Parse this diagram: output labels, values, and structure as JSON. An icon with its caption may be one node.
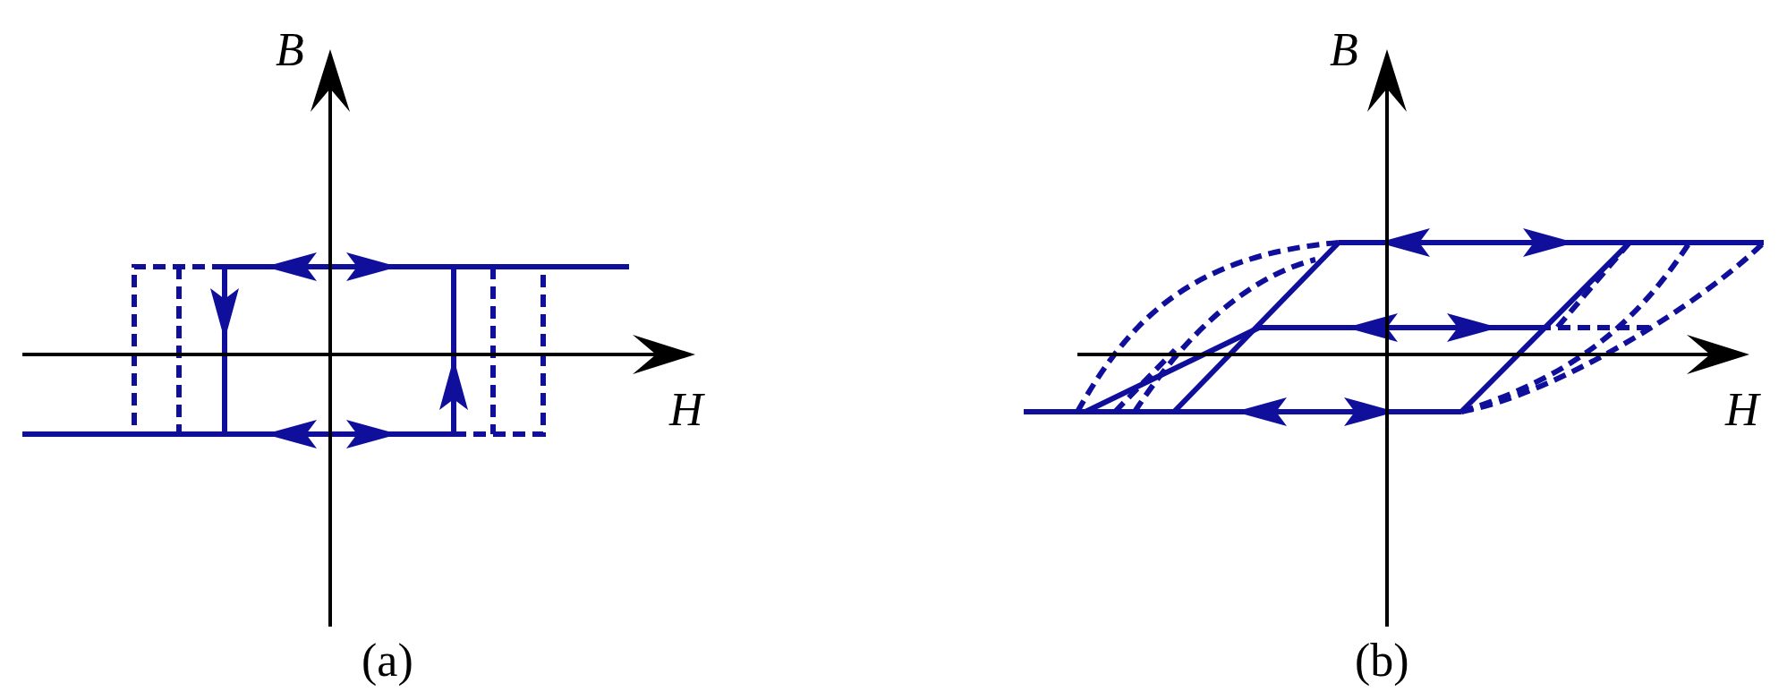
{
  "diagram": {
    "labels": [
      "B",
      "H",
      "(a)",
      "B",
      "H",
      "(b)"
    ]
  }
}
